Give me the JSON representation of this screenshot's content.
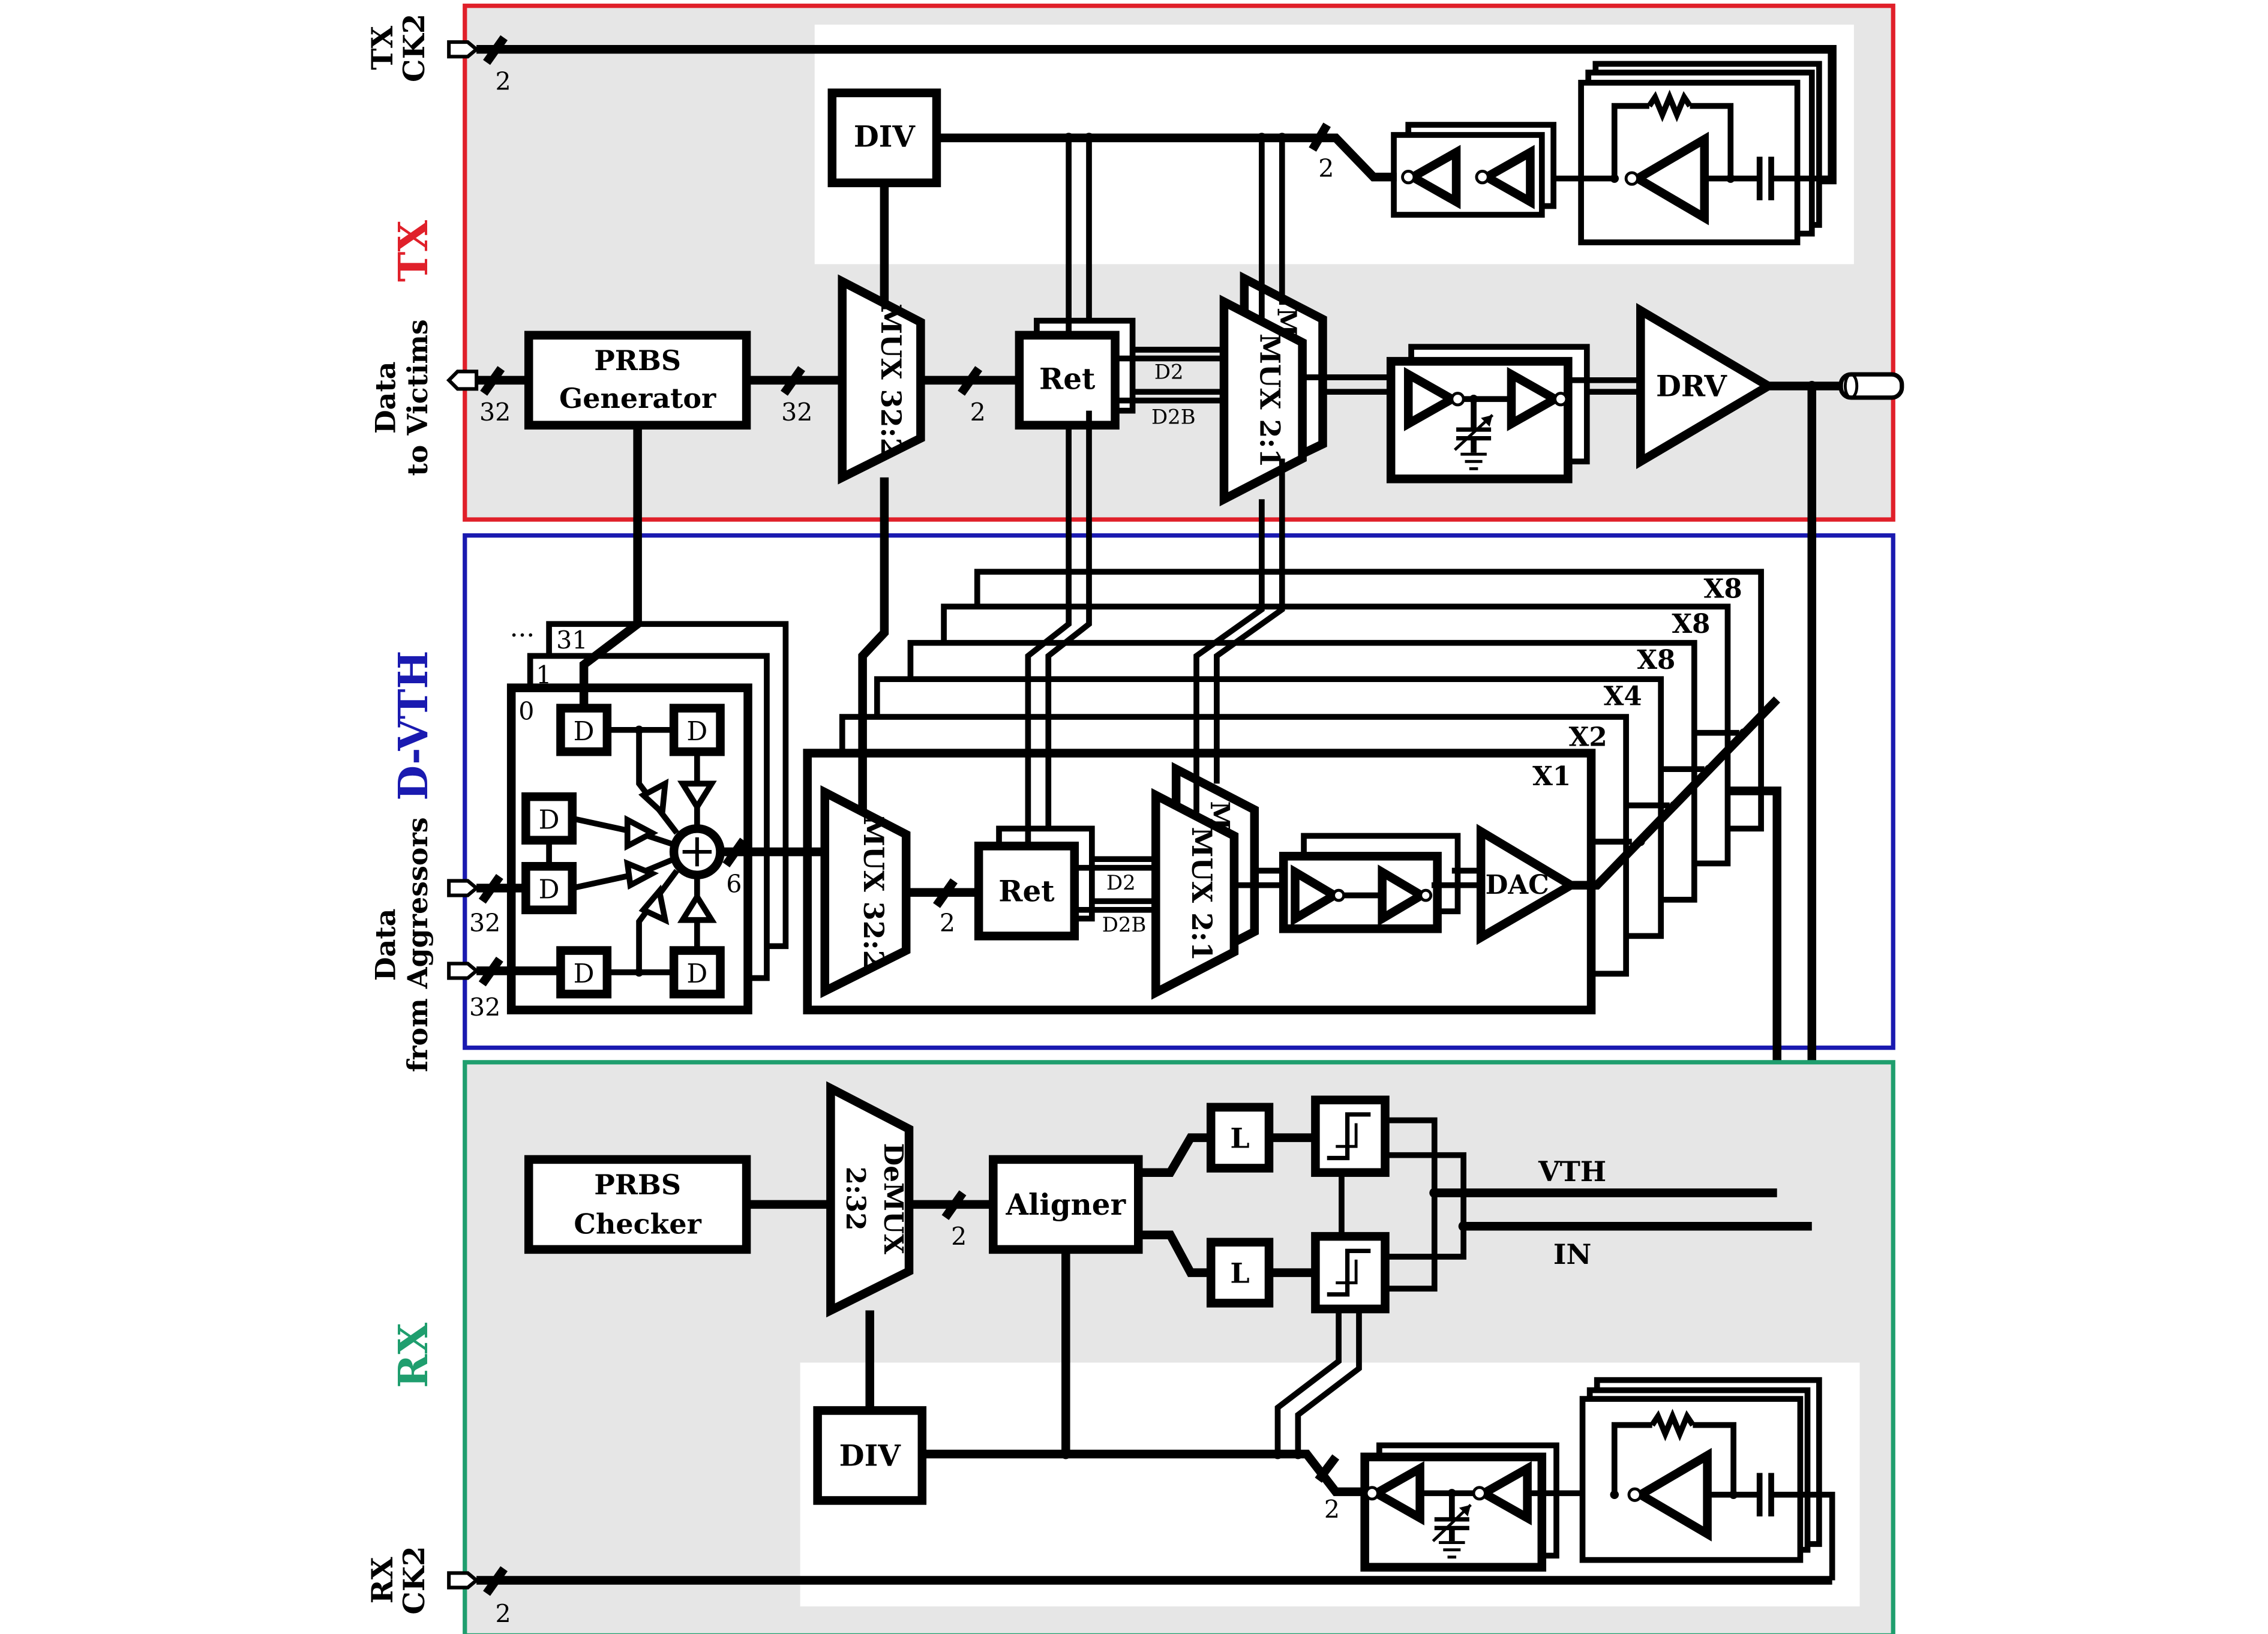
{
  "colors": {
    "tx": "#e0202a",
    "dvth": "#1a1ab0",
    "rx": "#1f9e6e",
    "panel": "#e6e6e6"
  },
  "side_labels": {
    "tx_ck2": [
      "TX",
      "CK2"
    ],
    "tx": "TX",
    "data_to_victims": [
      "Data",
      "to Victims"
    ],
    "dvth": "D-VTH",
    "data_from_aggressors": [
      "Data",
      "from Aggressors"
    ],
    "rx": "RX",
    "rx_ck2": [
      "RX",
      "CK2"
    ]
  },
  "tx": {
    "div": "DIV",
    "prbs_generator": [
      "PRBS",
      "Generator"
    ],
    "mux32": "MUX 32:2",
    "ret": "Ret",
    "mux21": "MUX 2:1",
    "mux_shadow": "M",
    "d2": "D2",
    "d2b": "D2B",
    "drv": "DRV",
    "bus_ck2": "2",
    "bus_div": "2",
    "bus_in": "32",
    "bus_gen": "32",
    "bus_mux": "2"
  },
  "dvth": {
    "stack_labels": [
      "X8",
      "X8",
      "X8",
      "X4",
      "X2",
      "X1"
    ],
    "reg_indices": [
      "0",
      "1",
      "31"
    ],
    "ellipsis": "···",
    "d_label": "D",
    "bus_sum": "6",
    "bus_a": "32",
    "bus_b": "32",
    "mux32": "MUX 32:2",
    "ret": "Ret",
    "mux21": "MUX 2:1",
    "mux_shadow": "M",
    "d2": "D2",
    "d2b": "D2B",
    "dac": "DAC",
    "bus_mux": "2"
  },
  "rx": {
    "prbs_checker": [
      "PRBS",
      "Checker"
    ],
    "demux": [
      "DeMUX",
      "2:32"
    ],
    "aligner": "Aligner",
    "latch": "L",
    "div": "DIV",
    "vth": "VTH",
    "in": "IN",
    "bus_demux": "2",
    "bus_div": "2",
    "bus_ck2": "2"
  }
}
